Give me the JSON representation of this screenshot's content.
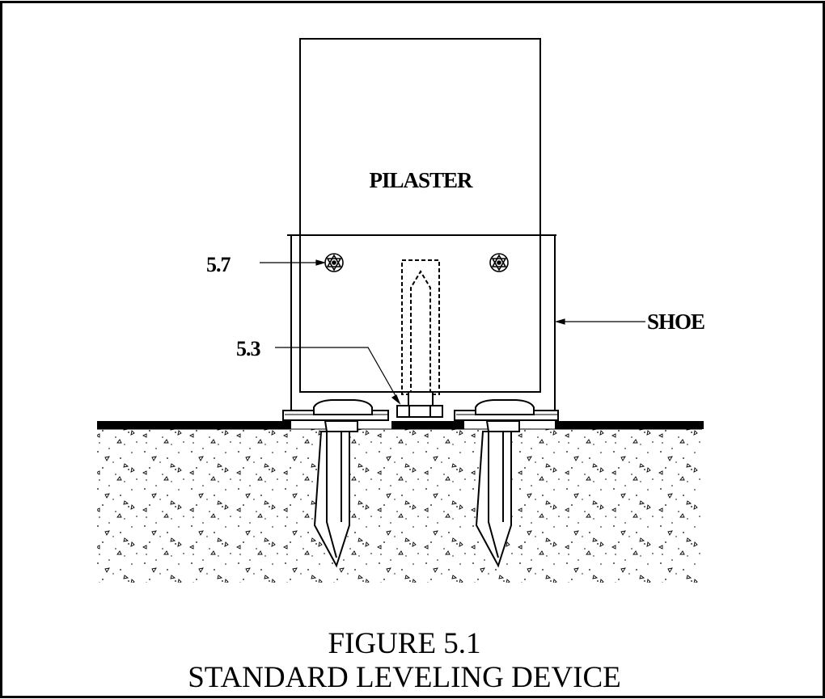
{
  "labels": {
    "pilaster": "PILASTER",
    "shoe": "SHOE",
    "callout_screw": "5.7",
    "callout_nut": "5.3"
  },
  "caption": {
    "line1": "FIGURE  5.1",
    "line2": "STANDARD  LEVELING  DEVICE"
  },
  "colors": {
    "ink": "#000000",
    "paper": "#ffffff"
  }
}
